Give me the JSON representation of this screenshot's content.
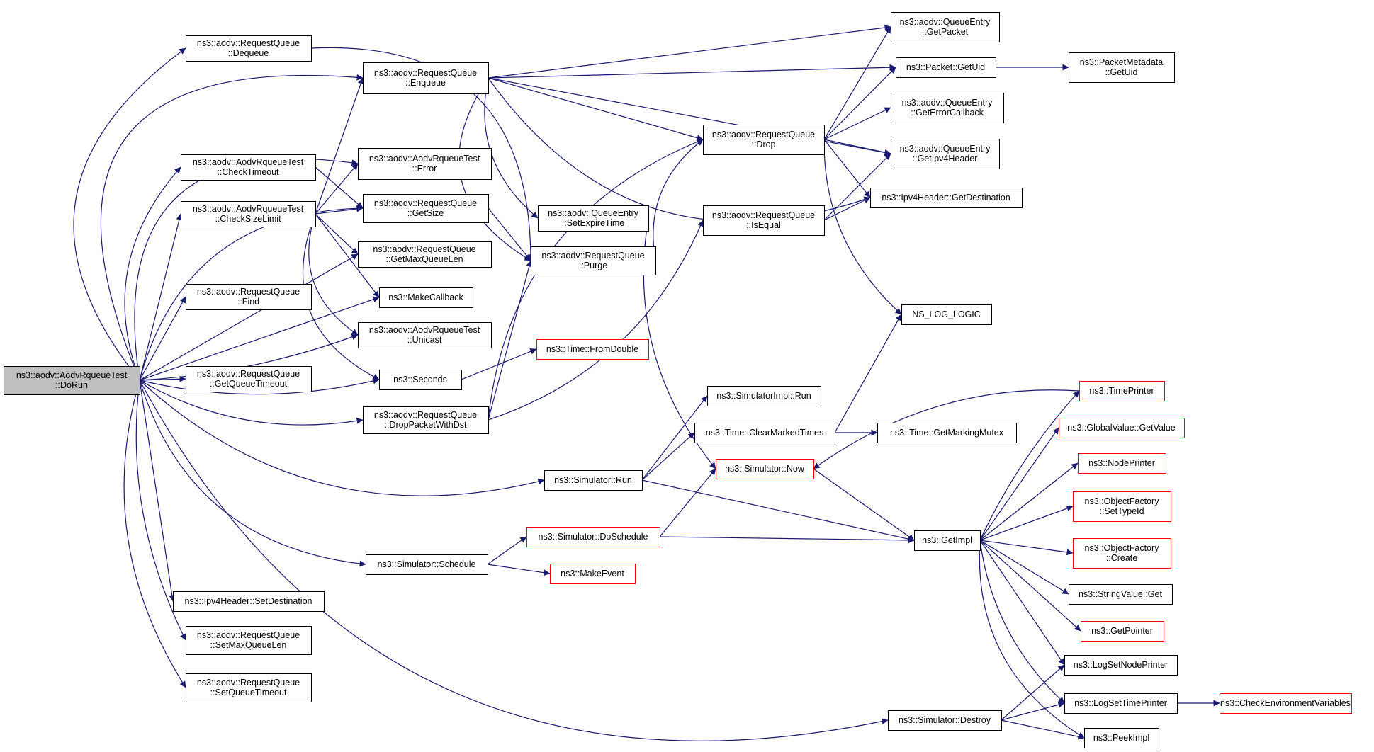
{
  "colors": {
    "edge": "#191970",
    "box_border_normal": "#000000",
    "box_border_truncated": "#ff0000",
    "root_fill": "#bfbfbf",
    "node_fill": "#ffffff"
  },
  "nodes": [
    {
      "id": "dorun",
      "lines": [
        "ns3::aodv::AodvRqueueTest",
        "::DoRun"
      ],
      "style": "root"
    },
    {
      "id": "dequeue",
      "lines": [
        "ns3::aodv::RequestQueue",
        "::Dequeue"
      ],
      "style": "normal"
    },
    {
      "id": "enqueue",
      "lines": [
        "ns3::aodv::RequestQueue",
        "::Enqueue"
      ],
      "style": "normal"
    },
    {
      "id": "checktimeout",
      "lines": [
        "ns3::aodv::AodvRqueueTest",
        "::CheckTimeout"
      ],
      "style": "normal"
    },
    {
      "id": "checksizelimit",
      "lines": [
        "ns3::aodv::AodvRqueueTest",
        "::CheckSizeLimit"
      ],
      "style": "normal"
    },
    {
      "id": "error",
      "lines": [
        "ns3::aodv::AodvRqueueTest",
        "::Error"
      ],
      "style": "normal"
    },
    {
      "id": "getsize",
      "lines": [
        "ns3::aodv::RequestQueue",
        "::GetSize"
      ],
      "style": "normal"
    },
    {
      "id": "getmaxqueuelen",
      "lines": [
        "ns3::aodv::RequestQueue",
        "::GetMaxQueueLen"
      ],
      "style": "normal"
    },
    {
      "id": "find",
      "lines": [
        "ns3::aodv::RequestQueue",
        "::Find"
      ],
      "style": "normal"
    },
    {
      "id": "makecallback",
      "lines": [
        "ns3::MakeCallback"
      ],
      "style": "normal"
    },
    {
      "id": "unicast",
      "lines": [
        "ns3::aodv::AodvRqueueTest",
        "::Unicast"
      ],
      "style": "normal"
    },
    {
      "id": "getqueuetimeout",
      "lines": [
        "ns3::aodv::RequestQueue",
        "::GetQueueTimeout"
      ],
      "style": "normal"
    },
    {
      "id": "seconds",
      "lines": [
        "ns3::Seconds"
      ],
      "style": "normal"
    },
    {
      "id": "droppacketwithdst",
      "lines": [
        "ns3::aodv::RequestQueue",
        "::DropPacketWithDst"
      ],
      "style": "normal"
    },
    {
      "id": "simrun",
      "lines": [
        "ns3::Simulator::Run"
      ],
      "style": "normal"
    },
    {
      "id": "schedule",
      "lines": [
        "ns3::Simulator::Schedule"
      ],
      "style": "normal"
    },
    {
      "id": "setdestination",
      "lines": [
        "ns3::Ipv4Header::SetDestination"
      ],
      "style": "normal"
    },
    {
      "id": "setmaxqueuelen",
      "lines": [
        "ns3::aodv::RequestQueue",
        "::SetMaxQueueLen"
      ],
      "style": "normal"
    },
    {
      "id": "setqueuetimeout",
      "lines": [
        "ns3::aodv::RequestQueue",
        "::SetQueueTimeout"
      ],
      "style": "normal"
    },
    {
      "id": "setexpiretime",
      "lines": [
        "ns3::aodv::QueueEntry",
        "::SetExpireTime"
      ],
      "style": "normal"
    },
    {
      "id": "purge",
      "lines": [
        "ns3::aodv::RequestQueue",
        "::Purge"
      ],
      "style": "normal"
    },
    {
      "id": "fromdouble",
      "lines": [
        "ns3::Time::FromDouble"
      ],
      "style": "truncated"
    },
    {
      "id": "drop",
      "lines": [
        "ns3::aodv::RequestQueue",
        "::Drop"
      ],
      "style": "normal"
    },
    {
      "id": "isequal",
      "lines": [
        "ns3::aodv::RequestQueue",
        "::IsEqual"
      ],
      "style": "normal"
    },
    {
      "id": "simimplrun",
      "lines": [
        "ns3::SimulatorImpl::Run"
      ],
      "style": "normal"
    },
    {
      "id": "clearmarkedtimes",
      "lines": [
        "ns3::Time::ClearMarkedTimes"
      ],
      "style": "normal"
    },
    {
      "id": "now",
      "lines": [
        "ns3::Simulator::Now"
      ],
      "style": "truncated"
    },
    {
      "id": "doschedule",
      "lines": [
        "ns3::Simulator::DoSchedule"
      ],
      "style": "truncated"
    },
    {
      "id": "makeevent",
      "lines": [
        "ns3::MakeEvent"
      ],
      "style": "truncated"
    },
    {
      "id": "destroy",
      "lines": [
        "ns3::Simulator::Destroy"
      ],
      "style": "normal"
    },
    {
      "id": "getpacket",
      "lines": [
        "ns3::aodv::QueueEntry",
        "::GetPacket"
      ],
      "style": "normal"
    },
    {
      "id": "getuid",
      "lines": [
        "ns3::Packet::GetUid"
      ],
      "style": "normal"
    },
    {
      "id": "geterrorcallback",
      "lines": [
        "ns3::aodv::QueueEntry",
        "::GetErrorCallback"
      ],
      "style": "normal"
    },
    {
      "id": "getipv4header",
      "lines": [
        "ns3::aodv::QueueEntry",
        "::GetIpv4Header"
      ],
      "style": "normal"
    },
    {
      "id": "getdestination",
      "lines": [
        "ns3::Ipv4Header::GetDestination"
      ],
      "style": "normal"
    },
    {
      "id": "nsloglogic",
      "lines": [
        "NS_LOG_LOGIC"
      ],
      "style": "normal"
    },
    {
      "id": "getmarkingmutex",
      "lines": [
        "ns3::Time::GetMarkingMutex"
      ],
      "style": "normal"
    },
    {
      "id": "getimpl",
      "lines": [
        "ns3::GetImpl"
      ],
      "style": "normal"
    },
    {
      "id": "metadatagetuid",
      "lines": [
        "ns3::PacketMetadata",
        "::GetUid"
      ],
      "style": "normal"
    },
    {
      "id": "timeprinter",
      "lines": [
        "ns3::TimePrinter"
      ],
      "style": "truncated"
    },
    {
      "id": "globalvalue",
      "lines": [
        "ns3::GlobalValue::GetValue"
      ],
      "style": "truncated"
    },
    {
      "id": "nodeprinter",
      "lines": [
        "ns3::NodePrinter"
      ],
      "style": "truncated"
    },
    {
      "id": "settypeid",
      "lines": [
        "ns3::ObjectFactory",
        "::SetTypeId"
      ],
      "style": "truncated"
    },
    {
      "id": "create",
      "lines": [
        "ns3::ObjectFactory",
        "::Create"
      ],
      "style": "truncated"
    },
    {
      "id": "stringvalueget",
      "lines": [
        "ns3::StringValue::Get"
      ],
      "style": "normal"
    },
    {
      "id": "getpointer",
      "lines": [
        "ns3::GetPointer"
      ],
      "style": "truncated"
    },
    {
      "id": "logsetnodeprinter",
      "lines": [
        "ns3::LogSetNodePrinter"
      ],
      "style": "normal"
    },
    {
      "id": "logsettimeprinter",
      "lines": [
        "ns3::LogSetTimePrinter"
      ],
      "style": "normal"
    },
    {
      "id": "peekimpl",
      "lines": [
        "ns3::PeekImpl"
      ],
      "style": "normal"
    },
    {
      "id": "checkenv",
      "lines": [
        "ns3::CheckEnvironmentVariables"
      ],
      "style": "truncated"
    }
  ],
  "edges": [
    [
      "dorun",
      "dequeue"
    ],
    [
      "dorun",
      "enqueue"
    ],
    [
      "dorun",
      "checktimeout"
    ],
    [
      "dorun",
      "checksizelimit"
    ],
    [
      "dorun",
      "error"
    ],
    [
      "dorun",
      "getsize"
    ],
    [
      "dorun",
      "getmaxqueuelen"
    ],
    [
      "dorun",
      "find"
    ],
    [
      "dorun",
      "makecallback"
    ],
    [
      "dorun",
      "unicast"
    ],
    [
      "dorun",
      "getqueuetimeout"
    ],
    [
      "dorun",
      "seconds"
    ],
    [
      "dorun",
      "droppacketwithdst"
    ],
    [
      "dorun",
      "simrun"
    ],
    [
      "dorun",
      "schedule"
    ],
    [
      "dorun",
      "setdestination"
    ],
    [
      "dorun",
      "setmaxqueuelen"
    ],
    [
      "dorun",
      "setqueuetimeout"
    ],
    [
      "dorun",
      "destroy"
    ],
    [
      "dequeue",
      "purge"
    ],
    [
      "checktimeout",
      "getsize"
    ],
    [
      "checksizelimit",
      "enqueue"
    ],
    [
      "checksizelimit",
      "error"
    ],
    [
      "checksizelimit",
      "getsize"
    ],
    [
      "checksizelimit",
      "getmaxqueuelen"
    ],
    [
      "checksizelimit",
      "makecallback"
    ],
    [
      "checksizelimit",
      "unicast"
    ],
    [
      "checksizelimit",
      "seconds"
    ],
    [
      "enqueue",
      "getpacket"
    ],
    [
      "enqueue",
      "getuid"
    ],
    [
      "enqueue",
      "drop"
    ],
    [
      "enqueue",
      "getipv4header"
    ],
    [
      "enqueue",
      "getdestination"
    ],
    [
      "enqueue",
      "setexpiretime"
    ],
    [
      "enqueue",
      "purge"
    ],
    [
      "getsize",
      "purge"
    ],
    [
      "seconds",
      "fromdouble"
    ],
    [
      "droppacketwithdst",
      "purge"
    ],
    [
      "droppacketwithdst",
      "drop"
    ],
    [
      "droppacketwithdst",
      "isequal"
    ],
    [
      "purge",
      "drop"
    ],
    [
      "setexpiretime",
      "now"
    ],
    [
      "drop",
      "getpacket"
    ],
    [
      "drop",
      "getuid"
    ],
    [
      "drop",
      "geterrorcallback"
    ],
    [
      "drop",
      "getipv4header"
    ],
    [
      "drop",
      "getdestination"
    ],
    [
      "drop",
      "nsloglogic"
    ],
    [
      "isequal",
      "getipv4header"
    ],
    [
      "isequal",
      "getdestination"
    ],
    [
      "getuid",
      "metadatagetuid"
    ],
    [
      "simrun",
      "simimplrun"
    ],
    [
      "simrun",
      "clearmarkedtimes"
    ],
    [
      "simrun",
      "getimpl"
    ],
    [
      "clearmarkedtimes",
      "nsloglogic"
    ],
    [
      "clearmarkedtimes",
      "getmarkingmutex"
    ],
    [
      "schedule",
      "doschedule"
    ],
    [
      "schedule",
      "makeevent"
    ],
    [
      "doschedule",
      "now"
    ],
    [
      "doschedule",
      "getimpl"
    ],
    [
      "now",
      "getimpl"
    ],
    [
      "getimpl",
      "timeprinter"
    ],
    [
      "getimpl",
      "globalvalue"
    ],
    [
      "getimpl",
      "nodeprinter"
    ],
    [
      "getimpl",
      "settypeid"
    ],
    [
      "getimpl",
      "create"
    ],
    [
      "getimpl",
      "stringvalueget"
    ],
    [
      "getimpl",
      "getpointer"
    ],
    [
      "getimpl",
      "logsetnodeprinter"
    ],
    [
      "getimpl",
      "logsettimeprinter"
    ],
    [
      "getimpl",
      "peekimpl"
    ],
    [
      "timeprinter",
      "now"
    ],
    [
      "destroy",
      "logsetnodeprinter"
    ],
    [
      "destroy",
      "logsettimeprinter"
    ],
    [
      "destroy",
      "peekimpl"
    ],
    [
      "logsettimeprinter",
      "checkenv"
    ]
  ]
}
